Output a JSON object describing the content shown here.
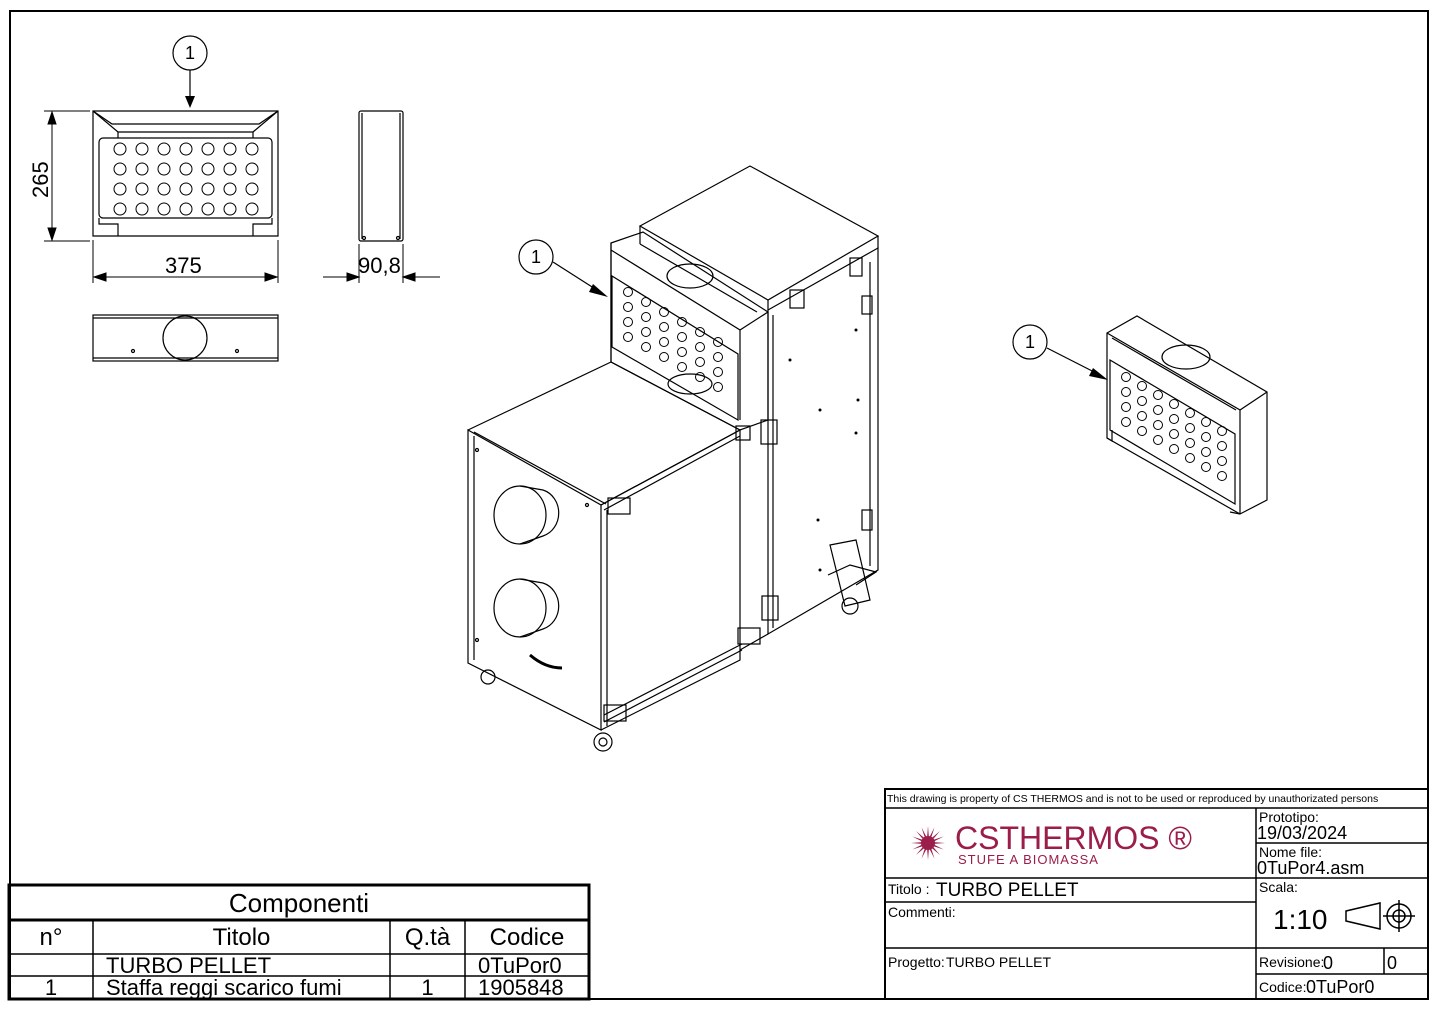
{
  "dimensions": {
    "height": "265",
    "width": "375",
    "depth": "90,8"
  },
  "callout_label": "1",
  "components_table": {
    "title": "Componenti",
    "headers": {
      "n": "n°",
      "titolo": "Titolo",
      "qta": "Q.tà",
      "codice": "Codice"
    },
    "rows": [
      {
        "n": "",
        "titolo": "TURBO PELLET",
        "qta": "",
        "codice": "0TuPor0"
      },
      {
        "n": "1",
        "titolo": "Staffa reggi scarico fumi",
        "qta": "1",
        "codice": "1905848"
      }
    ]
  },
  "title_block": {
    "notice": "This drawing is property of CS THERMOS and is not to be used or reproduced by unauthorizated persons",
    "brand": "CSTHERMOS ®",
    "brand_sub": "STUFE A BIOMASSA",
    "brand_color": "#9b1d4a",
    "prototipo_label": "Prototipo:",
    "prototipo_value": "19/03/2024",
    "nome_file_label": "Nome file:",
    "nome_file_value": "0TuPor4.asm",
    "titolo_label": "Titolo :",
    "titolo_value": "TURBO PELLET",
    "scala_label": "Scala:",
    "scala_value": "1:10",
    "commenti_label": "Commenti:",
    "progetto_label": "Progetto:",
    "progetto_value": "TURBO PELLET",
    "revisione_label": "Revisione:",
    "revisione_value": "0",
    "revisione_extra": "0",
    "codice_label": "Codice:",
    "codice_value": "0TuPor0"
  }
}
